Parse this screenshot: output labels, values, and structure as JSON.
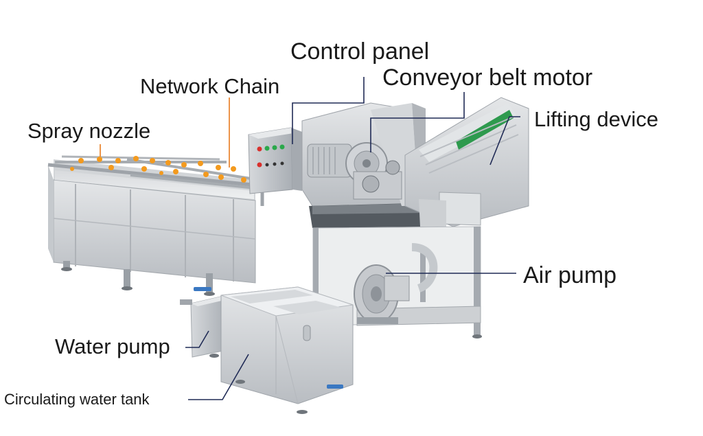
{
  "labels": {
    "control_panel": "Control panel",
    "conveyor_belt_motor": "Conveyor belt motor",
    "network_chain": "Network Chain",
    "lifting_device": "Lifting device",
    "spray_nozzle": "Spray nozzle",
    "air_pump": "Air pump",
    "water_pump": "Water pump",
    "circulating_water_tank": "Circulating water tank"
  },
  "colors": {
    "leader_line": "#1f2a55",
    "network_chain_leader": "#e8791c",
    "spray_nozzle_leader": "#e8791c",
    "steel": "#c9ccd0",
    "steel_dark": "#8e9399",
    "nozzle": "#f39a1e",
    "panel_button_green": "#2aa84a",
    "panel_button_red": "#d9302c"
  }
}
